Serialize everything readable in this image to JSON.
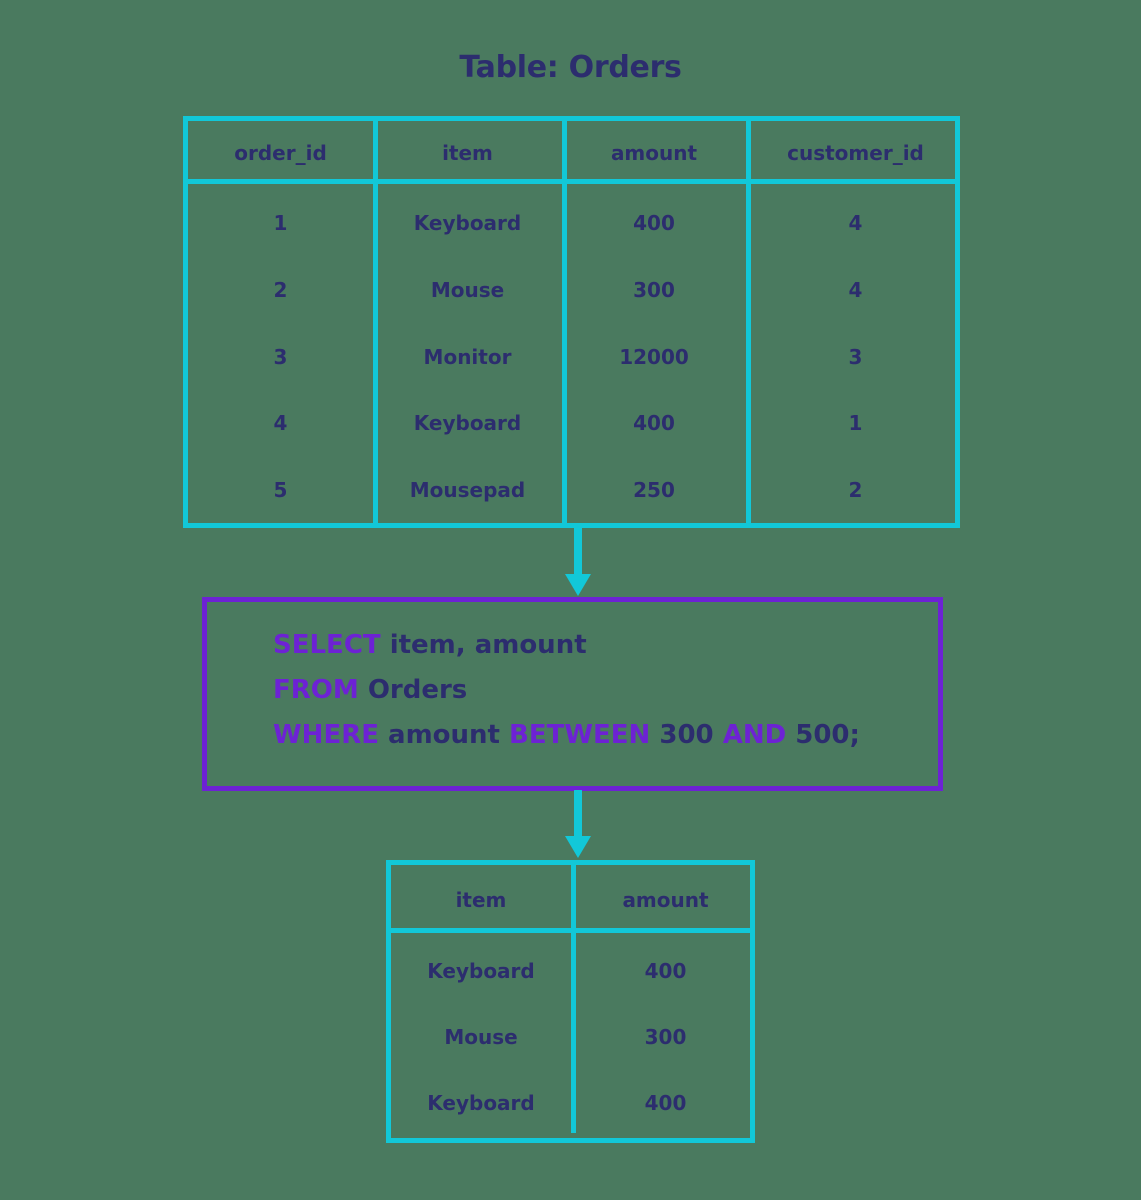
{
  "colors": {
    "background": "#4a7a5f",
    "table_border": "#12c8d8",
    "query_border": "#6d22d4",
    "keyword": "#6d22d4",
    "text": "#2c2d6e"
  },
  "title": "Table: Orders",
  "source_table": {
    "name": "Orders",
    "columns": [
      "order_id",
      "item",
      "amount",
      "customer_id"
    ],
    "rows": [
      [
        "1",
        "Keyboard",
        "400",
        "4"
      ],
      [
        "2",
        "Mouse",
        "300",
        "4"
      ],
      [
        "3",
        "Monitor",
        "12000",
        "3"
      ],
      [
        "4",
        "Keyboard",
        "400",
        "1"
      ],
      [
        "5",
        "Mousepad",
        "250",
        "2"
      ]
    ]
  },
  "query": {
    "line1": {
      "keyword": "SELECT",
      "rest": " item, amount"
    },
    "line2": {
      "keyword": "FROM",
      "rest": " Orders"
    },
    "line3": {
      "keyword1": "WHERE",
      "text1": " amount ",
      "keyword2": "BETWEEN",
      "text2": " 300 ",
      "keyword3": "AND",
      "text3": " 500;"
    },
    "full_text": "SELECT item, amount FROM Orders WHERE amount BETWEEN 300 AND 500;"
  },
  "result_table": {
    "columns": [
      "item",
      "amount"
    ],
    "rows": [
      [
        "Keyboard",
        "400"
      ],
      [
        "Mouse",
        "300"
      ],
      [
        "Keyboard",
        "400"
      ]
    ]
  },
  "arrows": {
    "first_label": "flows-to-query",
    "second_label": "flows-to-result"
  }
}
